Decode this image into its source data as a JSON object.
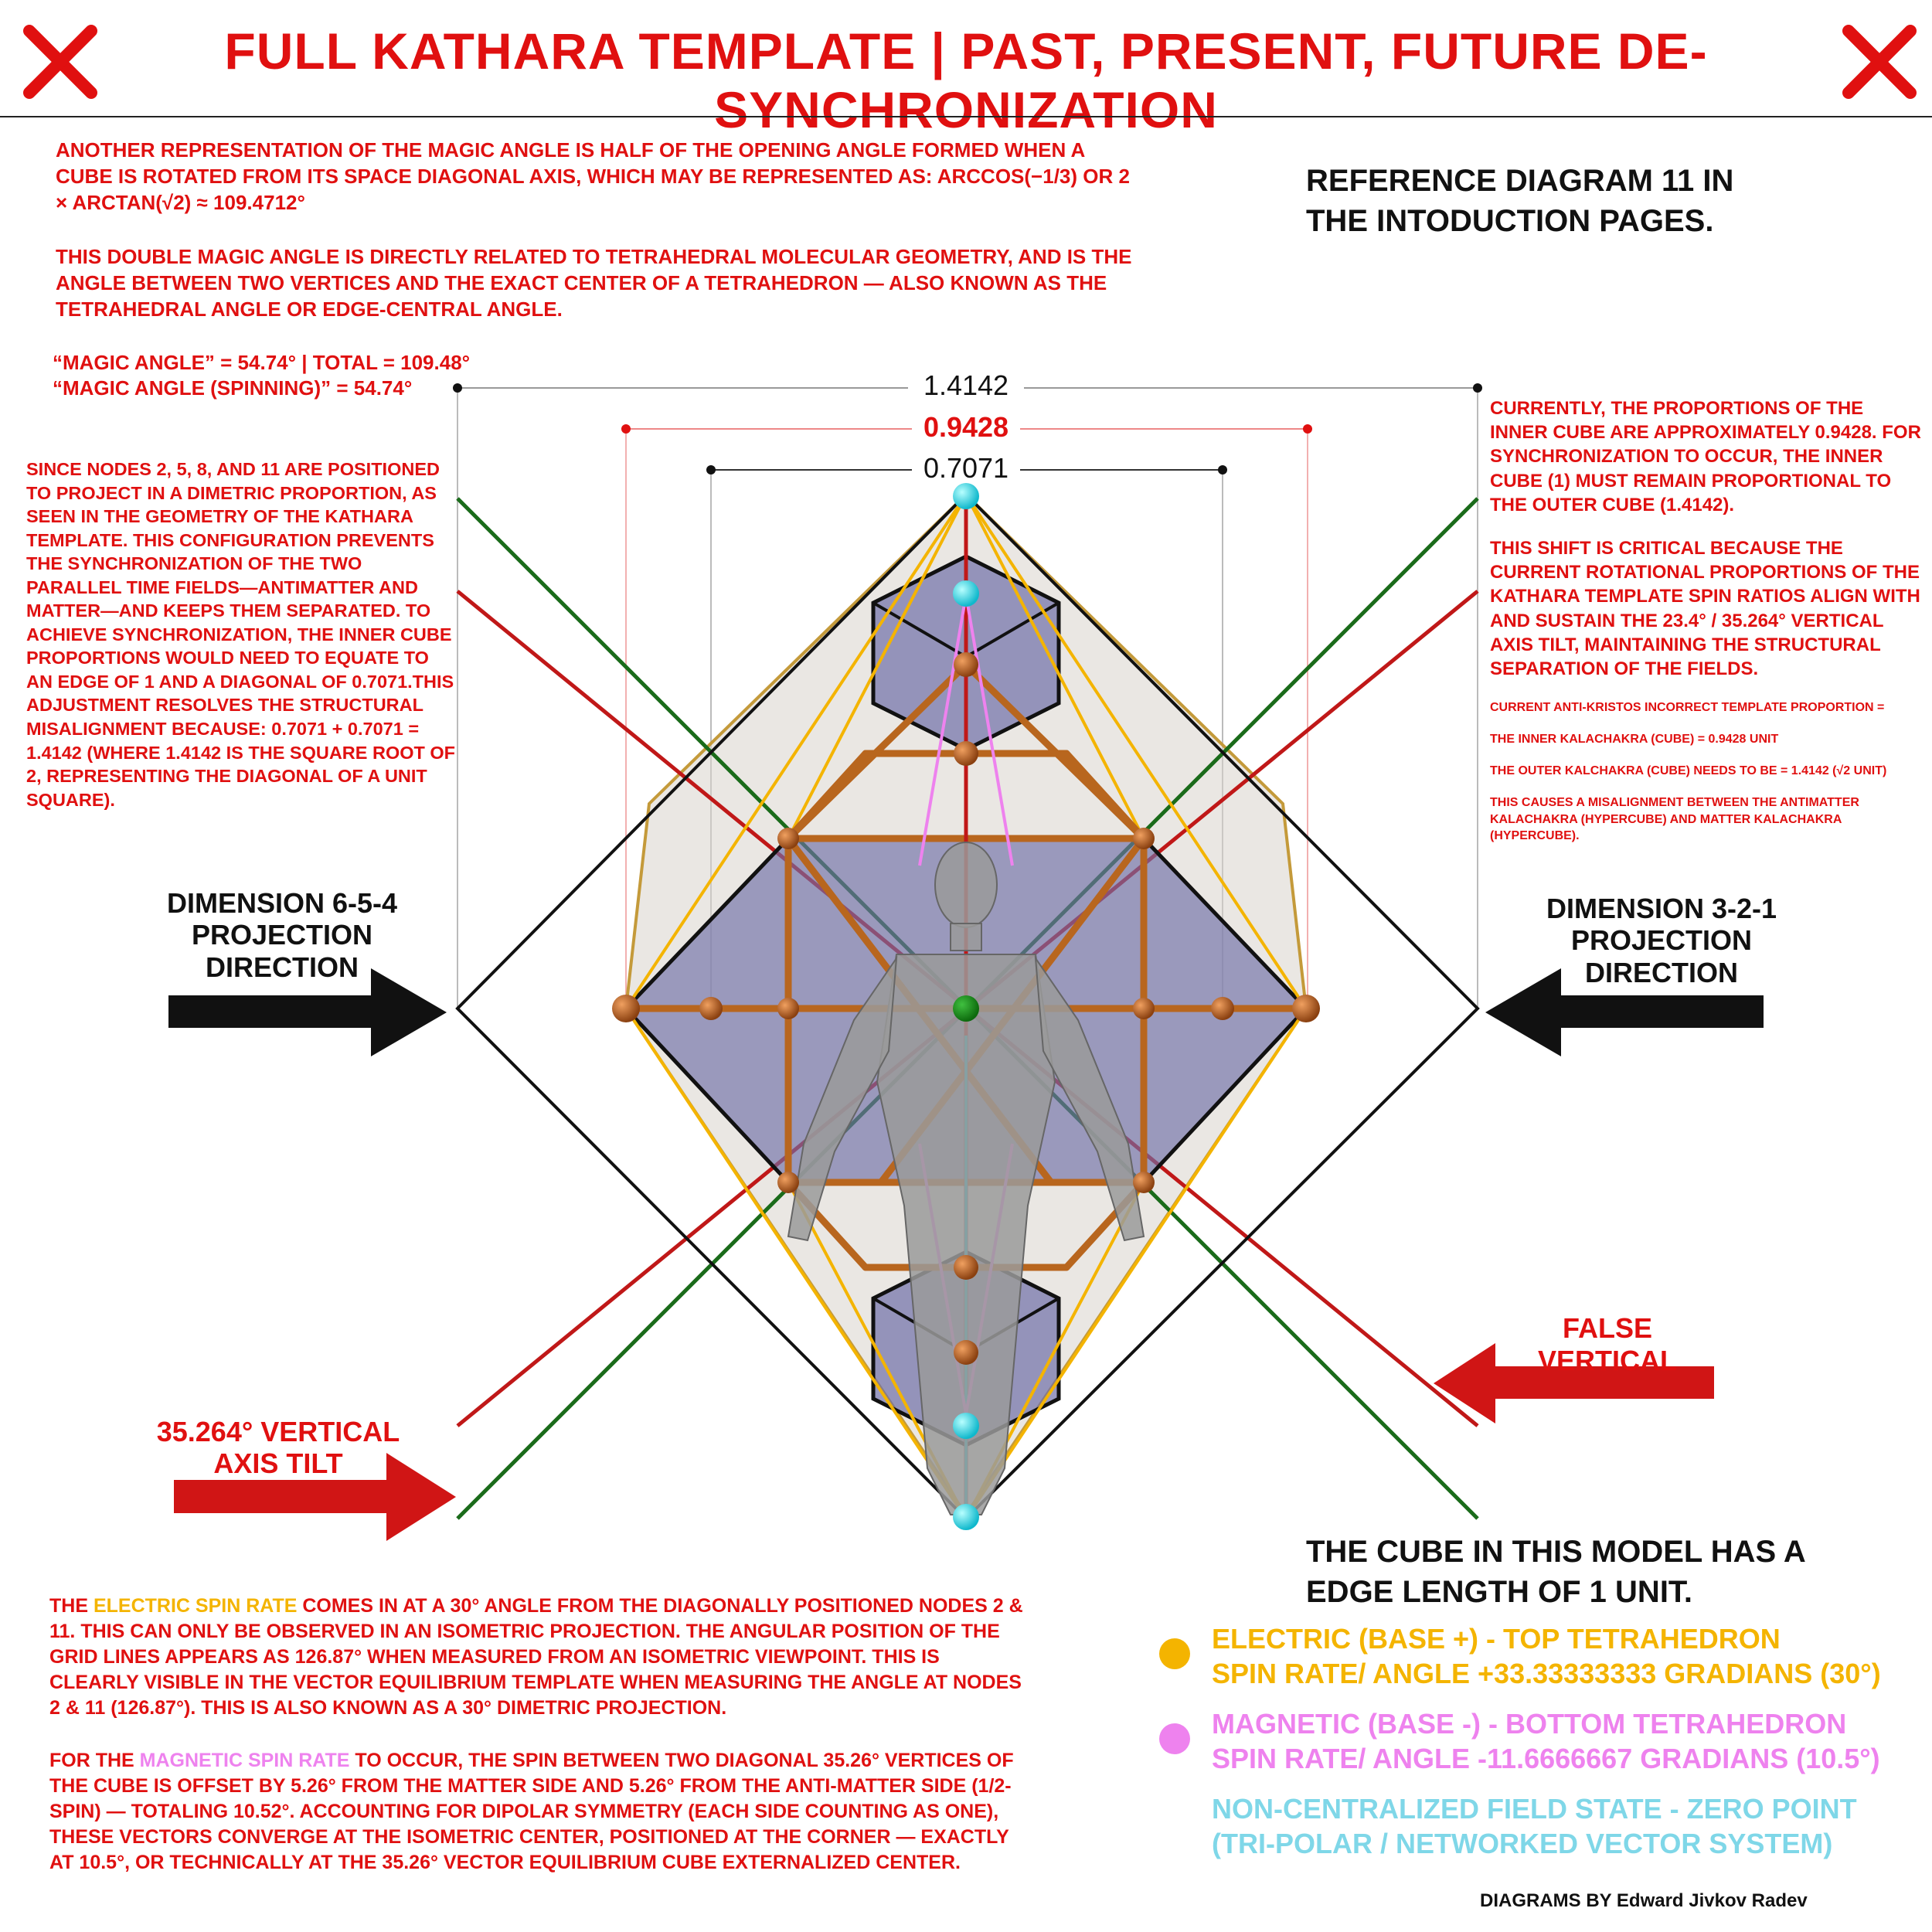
{
  "title": "FULL KATHARA TEMPLATE | PAST, PRESENT, FUTURE DE-SYNCHRONIZATION",
  "colors": {
    "red": "#e01010",
    "green": "#1a6b1a",
    "black": "#111111",
    "electric": "#f4b400",
    "magnetic": "#ee82ee",
    "neutral": "#7fd7e8",
    "cube_fill": "#6f6fa8",
    "bronze": "#b8661e",
    "cyan_node": "#19d6e6",
    "center_node": "#1a9a1a"
  },
  "top_left": {
    "p1": "ANOTHER REPRESENTATION OF THE MAGIC ANGLE IS HALF OF THE OPENING ANGLE FORMED WHEN A CUBE IS ROTATED FROM ITS SPACE DIAGONAL AXIS, WHICH MAY BE REPRESENTED AS: ARCCOS(−1/3) OR 2 × ARCTAN(√2) ≈ 109.4712°",
    "p2": "THIS DOUBLE MAGIC ANGLE IS DIRECTLY RELATED TO TETRAHEDRAL MOLECULAR GEOMETRY, AND IS THE ANGLE BETWEEN TWO VERTICES AND THE EXACT CENTER OF A TETRAHEDRON — ALSO KNOWN AS THE TETRAHEDRAL ANGLE OR EDGE-CENTRAL ANGLE.",
    "magic1": "“MAGIC ANGLE” = 54.74° | TOTAL = 109.48°",
    "magic2": "“MAGIC ANGLE (SPINNING)” = 54.74°"
  },
  "reference": "REFERENCE DIAGRAM 11 IN THE INTODUCTION PAGES.",
  "left_mid": "SINCE NODES 2, 5, 8, AND 11 ARE POSITIONED TO PROJECT IN A DIMETRIC PROPORTION, AS SEEN IN THE GEOMETRY OF THE KATHARA TEMPLATE. THIS CONFIGURATION PREVENTS THE SYNCHRONIZATION OF THE TWO PARALLEL TIME FIELDS—ANTIMATTER AND MATTER—AND KEEPS THEM SEPARATED. TO ACHIEVE SYNCHRONIZATION, THE INNER CUBE PROPORTIONS WOULD NEED TO EQUATE TO AN EDGE OF 1 AND A DIAGONAL OF 0.7071.THIS ADJUSTMENT RESOLVES THE STRUCTURAL MISALIGNMENT BECAUSE: 0.7071 + 0.7071 = 1.4142 (WHERE 1.4142 IS THE SQUARE ROOT OF 2, REPRESENTING THE DIAGONAL OF A UNIT SQUARE).",
  "right_mid": {
    "p1": "CURRENTLY, THE PROPORTIONS OF THE INNER CUBE ARE APPROXIMATELY 0.9428. FOR SYNCHRONIZATION TO OCCUR, THE INNER CUBE (1) MUST REMAIN PROPORTIONAL TO THE OUTER CUBE (1.4142).",
    "p2": "THIS SHIFT IS CRITICAL BECAUSE THE CURRENT ROTATIONAL PROPORTIONS OF THE KATHARA TEMPLATE SPIN RATIOS ALIGN WITH AND SUSTAIN THE 23.4° / 35.264° VERTICAL AXIS TILT, MAINTAINING THE STRUCTURAL SEPARATION OF THE FIELDS.",
    "s1": "CURRENT ANTI-KRISTOS INCORRECT TEMPLATE PROPORTION =",
    "s2": "THE INNER KALACHAKRA (CUBE) = 0.9428 UNIT",
    "s3": "THE OUTER KALCHAKRA (CUBE) NEEDS TO BE = 1.4142 (√2 UNIT)",
    "s4": "THIS CAUSES A MISALIGNMENT BETWEEN THE ANTIMATTER KALACHAKRA (HYPERCUBE) AND MATTER KALACHAKRA (HYPERCUBE)."
  },
  "measures": {
    "outer": "1.4142",
    "middle": "0.9428",
    "inner": "0.7071"
  },
  "arrows": {
    "left": "DIMENSION 6-5-4 PROJECTION DIRECTION",
    "right": "DIMENSION 3-2-1 PROJECTION DIRECTION",
    "false_vertical": "FALSE VERTICAL",
    "tilt": "35.264° VERTICAL AXIS TILT"
  },
  "cube_note": "THE CUBE IN THIS MODEL HAS A EDGE LENGTH OF 1 UNIT.",
  "bottom": {
    "e_pre": "THE ",
    "e_hl": "ELECTRIC SPIN RATE",
    "e_post": " COMES IN AT A 30° ANGLE FROM THE DIAGONALLY POSITIONED NODES 2 & 11. THIS CAN ONLY BE OBSERVED IN AN ISOMETRIC PROJECTION. THE ANGULAR POSITION OF THE GRID LINES APPEARS AS 126.87° WHEN MEASURED FROM AN ISOMETRIC VIEWPOINT. THIS IS CLEARLY VISIBLE IN THE VECTOR EQUILIBRIUM TEMPLATE WHEN MEASURING THE ANGLE AT NODES 2 & 11 (126.87°). THIS IS ALSO KNOWN AS A 30° DIMETRIC PROJECTION.",
    "m_pre": "FOR THE ",
    "m_hl": "MAGNETIC SPIN RATE",
    "m_post": " TO OCCUR, THE SPIN BETWEEN TWO DIAGONAL 35.26° VERTICES OF THE CUBE IS OFFSET BY 5.26° FROM THE MATTER SIDE AND 5.26° FROM THE ANTI-MATTER SIDE (1/2-SPIN) — TOTALING 10.52°. ACCOUNTING FOR DIPOLAR SYMMETRY (EACH SIDE COUNTING AS ONE), THESE VECTORS CONVERGE AT THE ISOMETRIC CENTER, POSITIONED AT THE CORNER — EXACTLY AT 10.5°, OR TECHNICALLY AT THE 35.26° VECTOR EQUILIBRIUM CUBE EXTERNALIZED CENTER."
  },
  "legend": {
    "electric1": "ELECTRIC (BASE +) - TOP TETRAHEDRON",
    "electric2": "SPIN RATE/ ANGLE +33.33333333 GRADIANS (30°)",
    "magnetic1": "MAGNETIC (BASE -) - BOTTOM TETRAHEDRON",
    "magnetic2": "SPIN RATE/ ANGLE -11.6666667 GRADIANS (10.5°)",
    "neutral1": "NON-CENTRALIZED FIELD STATE - ZERO POINT",
    "neutral2": "(TRI-POLAR / NETWORKED VECTOR SYSTEM)"
  },
  "credit": "DIAGRAMS BY Edward Jivkov Radev"
}
